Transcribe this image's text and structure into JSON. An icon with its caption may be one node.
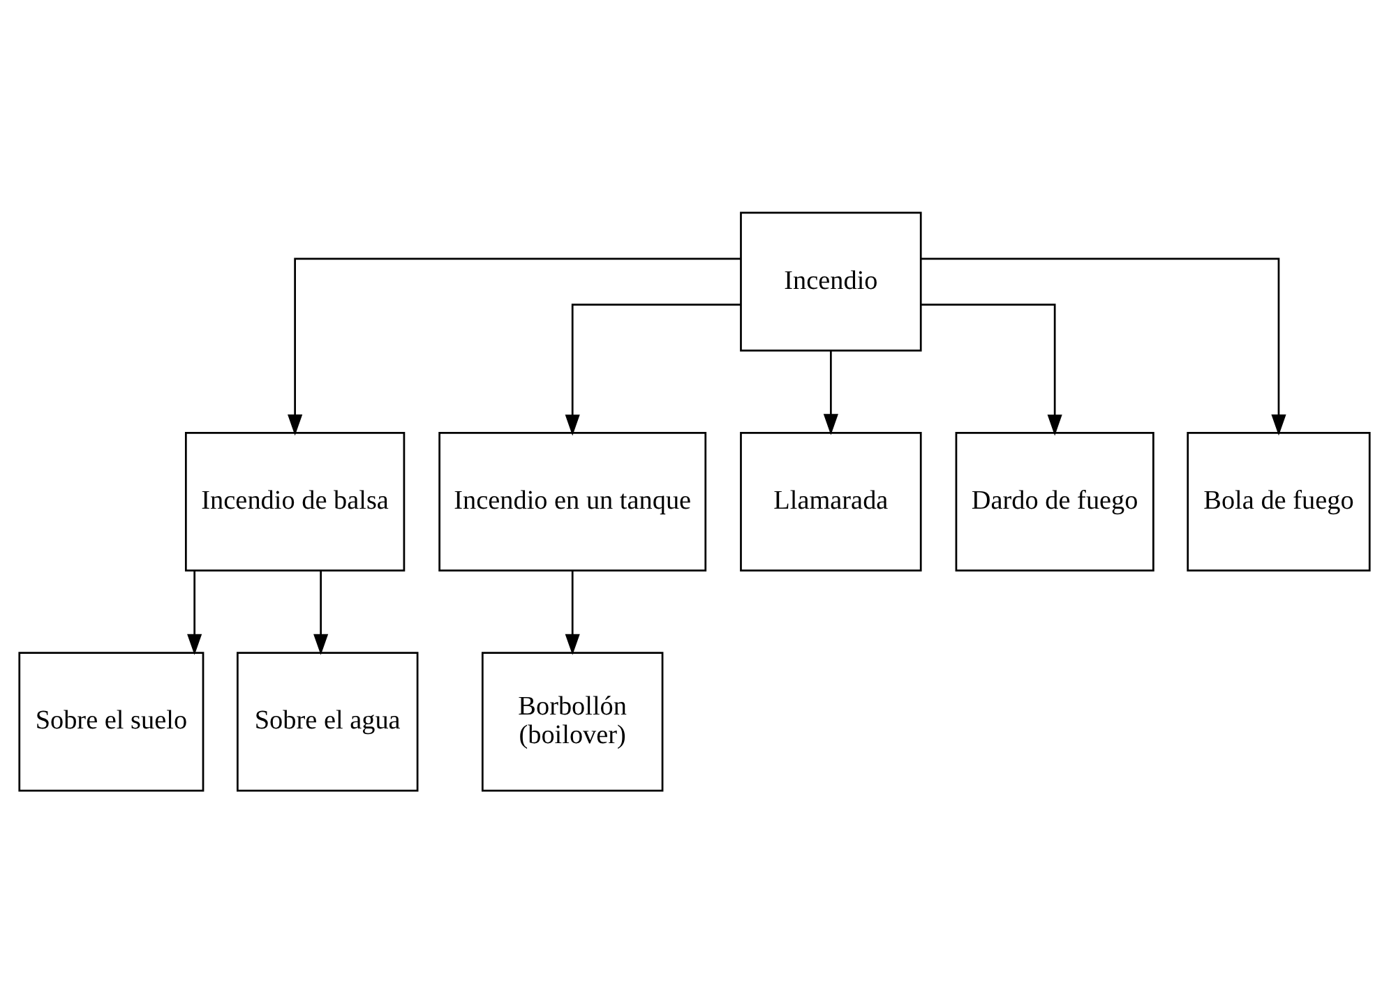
{
  "diagram": {
    "nodes": [
      {
        "text": [
          "Incendio"
        ]
      },
      {
        "text": [
          "Incendio de balsa"
        ]
      },
      {
        "text": [
          "Incendio en un tanque"
        ]
      },
      {
        "text": [
          "Llamarada"
        ]
      },
      {
        "text": [
          "Dardo de fuego"
        ]
      },
      {
        "text": [
          "Bola de fuego"
        ]
      },
      {
        "text": [
          "Sobre el suelo"
        ]
      },
      {
        "text": [
          "Sobre el agua"
        ]
      },
      {
        "text": [
          "Borbollón",
          "(boilover)"
        ]
      }
    ],
    "edges": [
      {
        "from": 0,
        "to": 1,
        "arrow": "to"
      },
      {
        "from": 0,
        "to": 2,
        "arrow": "to"
      },
      {
        "from": 0,
        "to": 3,
        "arrow": "to"
      },
      {
        "from": 0,
        "to": 4,
        "arrow": "to"
      },
      {
        "from": 0,
        "to": 5,
        "arrow": "to"
      },
      {
        "from": 1,
        "to": 6,
        "arrow": "to"
      },
      {
        "from": 1,
        "to": 7,
        "arrow": "to"
      },
      {
        "from": 2,
        "to": 8,
        "arrow": "to"
      }
    ]
  }
}
